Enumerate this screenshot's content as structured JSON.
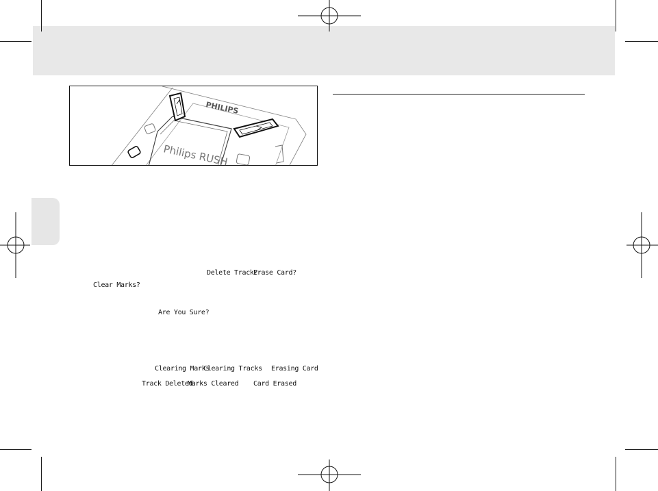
{
  "figure": {
    "brand_label": "PHILIPS",
    "screen_text": "Philips RUSH"
  },
  "lcd_messages": {
    "delete_track": "Delete Track?",
    "erase_card": "Erase Card?",
    "clear_marks": "Clear Marks?",
    "are_you_sure": "Are You Sure?",
    "clearing_marks": "Clearing Marks",
    "clearing_tracks": "Clearing Tracks",
    "erasing_card": "Erasing Card",
    "track_deleted": "Track Deleted",
    "marks_cleared": "Marks Cleared",
    "card_erased": "Card Erased"
  },
  "colors": {
    "header_band": "#e8e8e8",
    "side_tab": "#e6e6e6",
    "ink": "#111111"
  },
  "icons": [
    "registration-mark-icon",
    "up-arrow-button-icon",
    "right-arrow-button-icon"
  ]
}
